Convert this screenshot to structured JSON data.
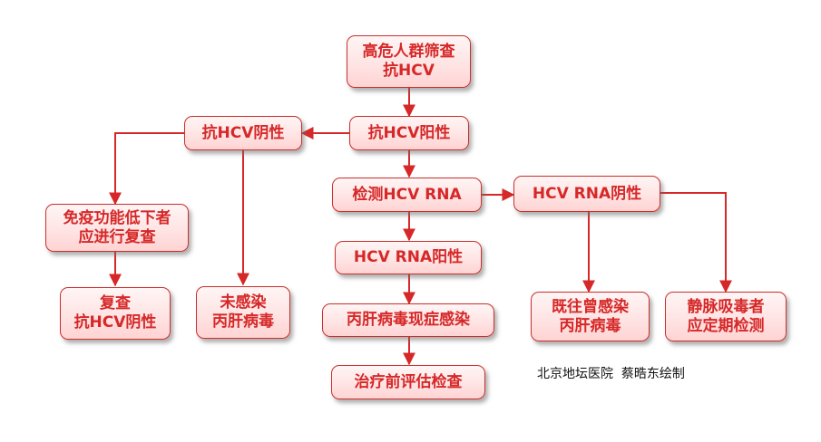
{
  "nodes": {
    "screening": "高危人群筛查\n抗HCV",
    "anti_pos": "抗HCV阳性",
    "anti_neg": "抗HCV阴性",
    "rna_test": "检测HCV RNA",
    "rna_neg": "HCV RNA阴性",
    "immuno": "免疫功能低下者\n应进行复查",
    "retest_neg": "复查\n抗HCV阴性",
    "not_infected": "未感染\n丙肝病毒",
    "rna_pos": "HCV RNA阳性",
    "current": "丙肝病毒现症感染",
    "pretreat": "治疗前评估检查",
    "past": "既往曾感染\n丙肝病毒",
    "ivdu": "静脉吸毒者\n应定期检测"
  },
  "credit": "北京地坛医院  蔡晧东绘制",
  "colors": {
    "accent": "#d62828",
    "border": "#c9302c",
    "fill": "#ffe4e4"
  }
}
